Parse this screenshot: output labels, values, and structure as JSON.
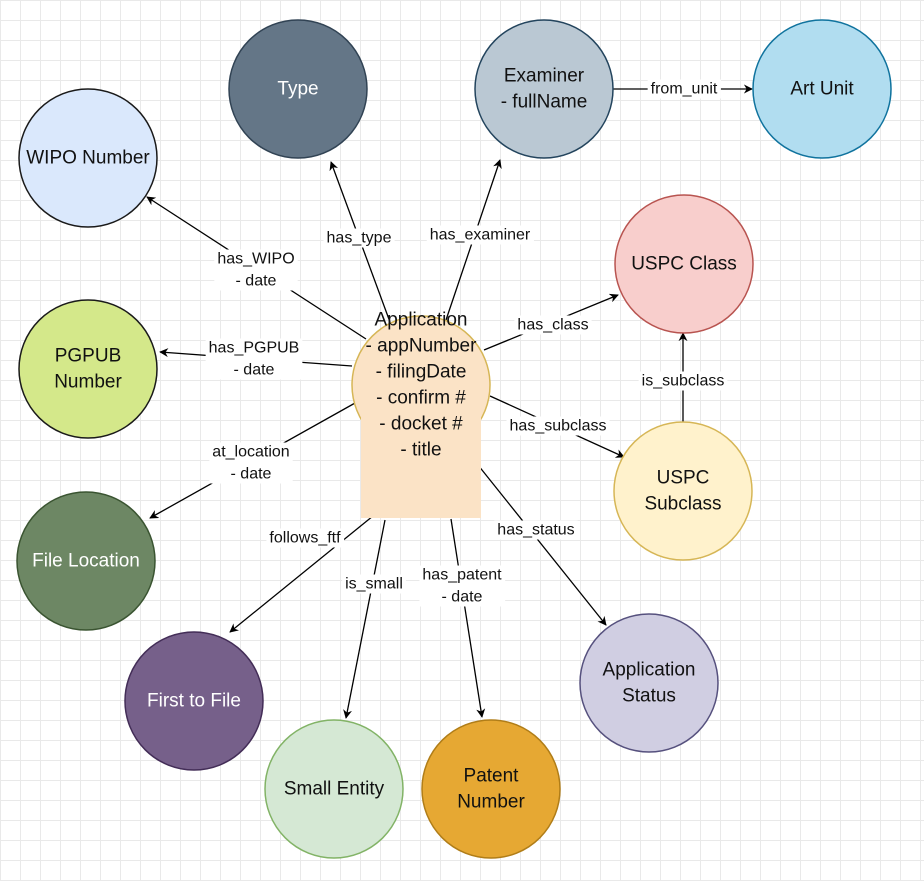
{
  "nodes": {
    "type": {
      "lines": [
        "Type"
      ],
      "fill": "#647687",
      "stroke": "#314354",
      "text": "#ffffff"
    },
    "examiner": {
      "lines": [
        "Examiner",
        "- fullName"
      ],
      "fill": "#bac8d3",
      "stroke": "#23445d",
      "text": "#111111"
    },
    "art_unit": {
      "lines": [
        "Art Unit"
      ],
      "fill": "#b1ddf0",
      "stroke": "#10739e",
      "text": "#111111"
    },
    "wipo": {
      "lines": [
        "WIPO Number"
      ],
      "fill": "#dae8fc",
      "stroke": "#1a1a1a",
      "text": "#111111"
    },
    "uspc_class": {
      "lines": [
        "USPC Class"
      ],
      "fill": "#f8cecc",
      "stroke": "#b85450",
      "text": "#111111"
    },
    "pgpub": {
      "lines": [
        "PGPUB",
        "Number"
      ],
      "fill": "#d4e88a",
      "stroke": "#1a1a1a",
      "text": "#111111"
    },
    "application": {
      "lines": [
        "Application",
        "- appNumber",
        "- filingDate",
        "- confirm #",
        "- docket #",
        "- title"
      ],
      "fill": "#fbe3c6",
      "stroke": "#d6b656",
      "text": "#111111"
    },
    "uspc_subclass": {
      "lines": [
        "USPC",
        "Subclass"
      ],
      "fill": "#fff2cc",
      "stroke": "#d6b656",
      "text": "#111111"
    },
    "file_location": {
      "lines": [
        "File Location"
      ],
      "fill": "#6d8764",
      "stroke": "#3a5431",
      "text": "#ffffff"
    },
    "first_to_file": {
      "lines": [
        "First to File"
      ],
      "fill": "#76608a",
      "stroke": "#432d57",
      "text": "#ffffff"
    },
    "application_status": {
      "lines": [
        "Application",
        "Status"
      ],
      "fill": "#d0cee2",
      "stroke": "#56517e",
      "text": "#111111"
    },
    "small_entity": {
      "lines": [
        "Small Entity"
      ],
      "fill": "#d5e8d4",
      "stroke": "#82b366",
      "text": "#111111"
    },
    "patent_number": {
      "lines": [
        "Patent",
        "Number"
      ],
      "fill": "#e6a833",
      "stroke": "#b07d18",
      "text": "#111111"
    }
  },
  "edges": {
    "has_type": {
      "lines": [
        "has_type"
      ]
    },
    "has_examiner": {
      "lines": [
        "has_examiner"
      ]
    },
    "from_unit": {
      "lines": [
        "from_unit"
      ]
    },
    "has_wipo": {
      "lines": [
        "has_WIPO",
        "- date"
      ]
    },
    "has_class": {
      "lines": [
        "has_class"
      ]
    },
    "has_pgpub": {
      "lines": [
        "has_PGPUB",
        "- date"
      ]
    },
    "is_subclass": {
      "lines": [
        "is_subclass"
      ]
    },
    "has_subclass": {
      "lines": [
        "has_subclass"
      ]
    },
    "at_location": {
      "lines": [
        "at_location",
        "- date"
      ]
    },
    "follows_ftf": {
      "lines": [
        "follows_ftf"
      ]
    },
    "has_status": {
      "lines": [
        "has_status"
      ]
    },
    "is_small": {
      "lines": [
        "is_small"
      ]
    },
    "has_patent": {
      "lines": [
        "has_patent",
        "- date"
      ]
    }
  }
}
